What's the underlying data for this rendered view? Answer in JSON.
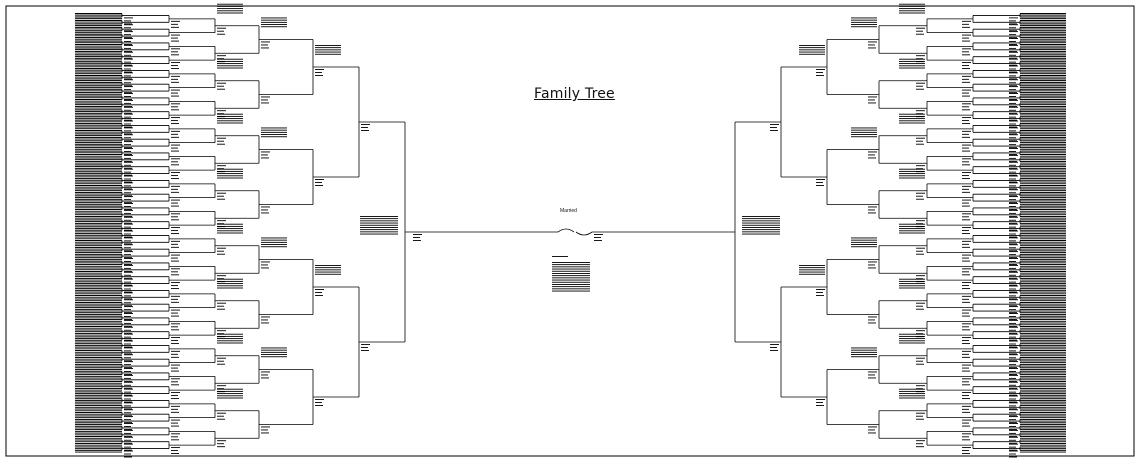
{
  "title": "Family Tree",
  "marriage_label": "Married",
  "diagram": {
    "type": "pedigree-chart",
    "sides": [
      "left",
      "right"
    ],
    "generations_per_side": 7,
    "line_color": "#000000",
    "background": "#ffffff",
    "border_color": "#000000"
  }
}
